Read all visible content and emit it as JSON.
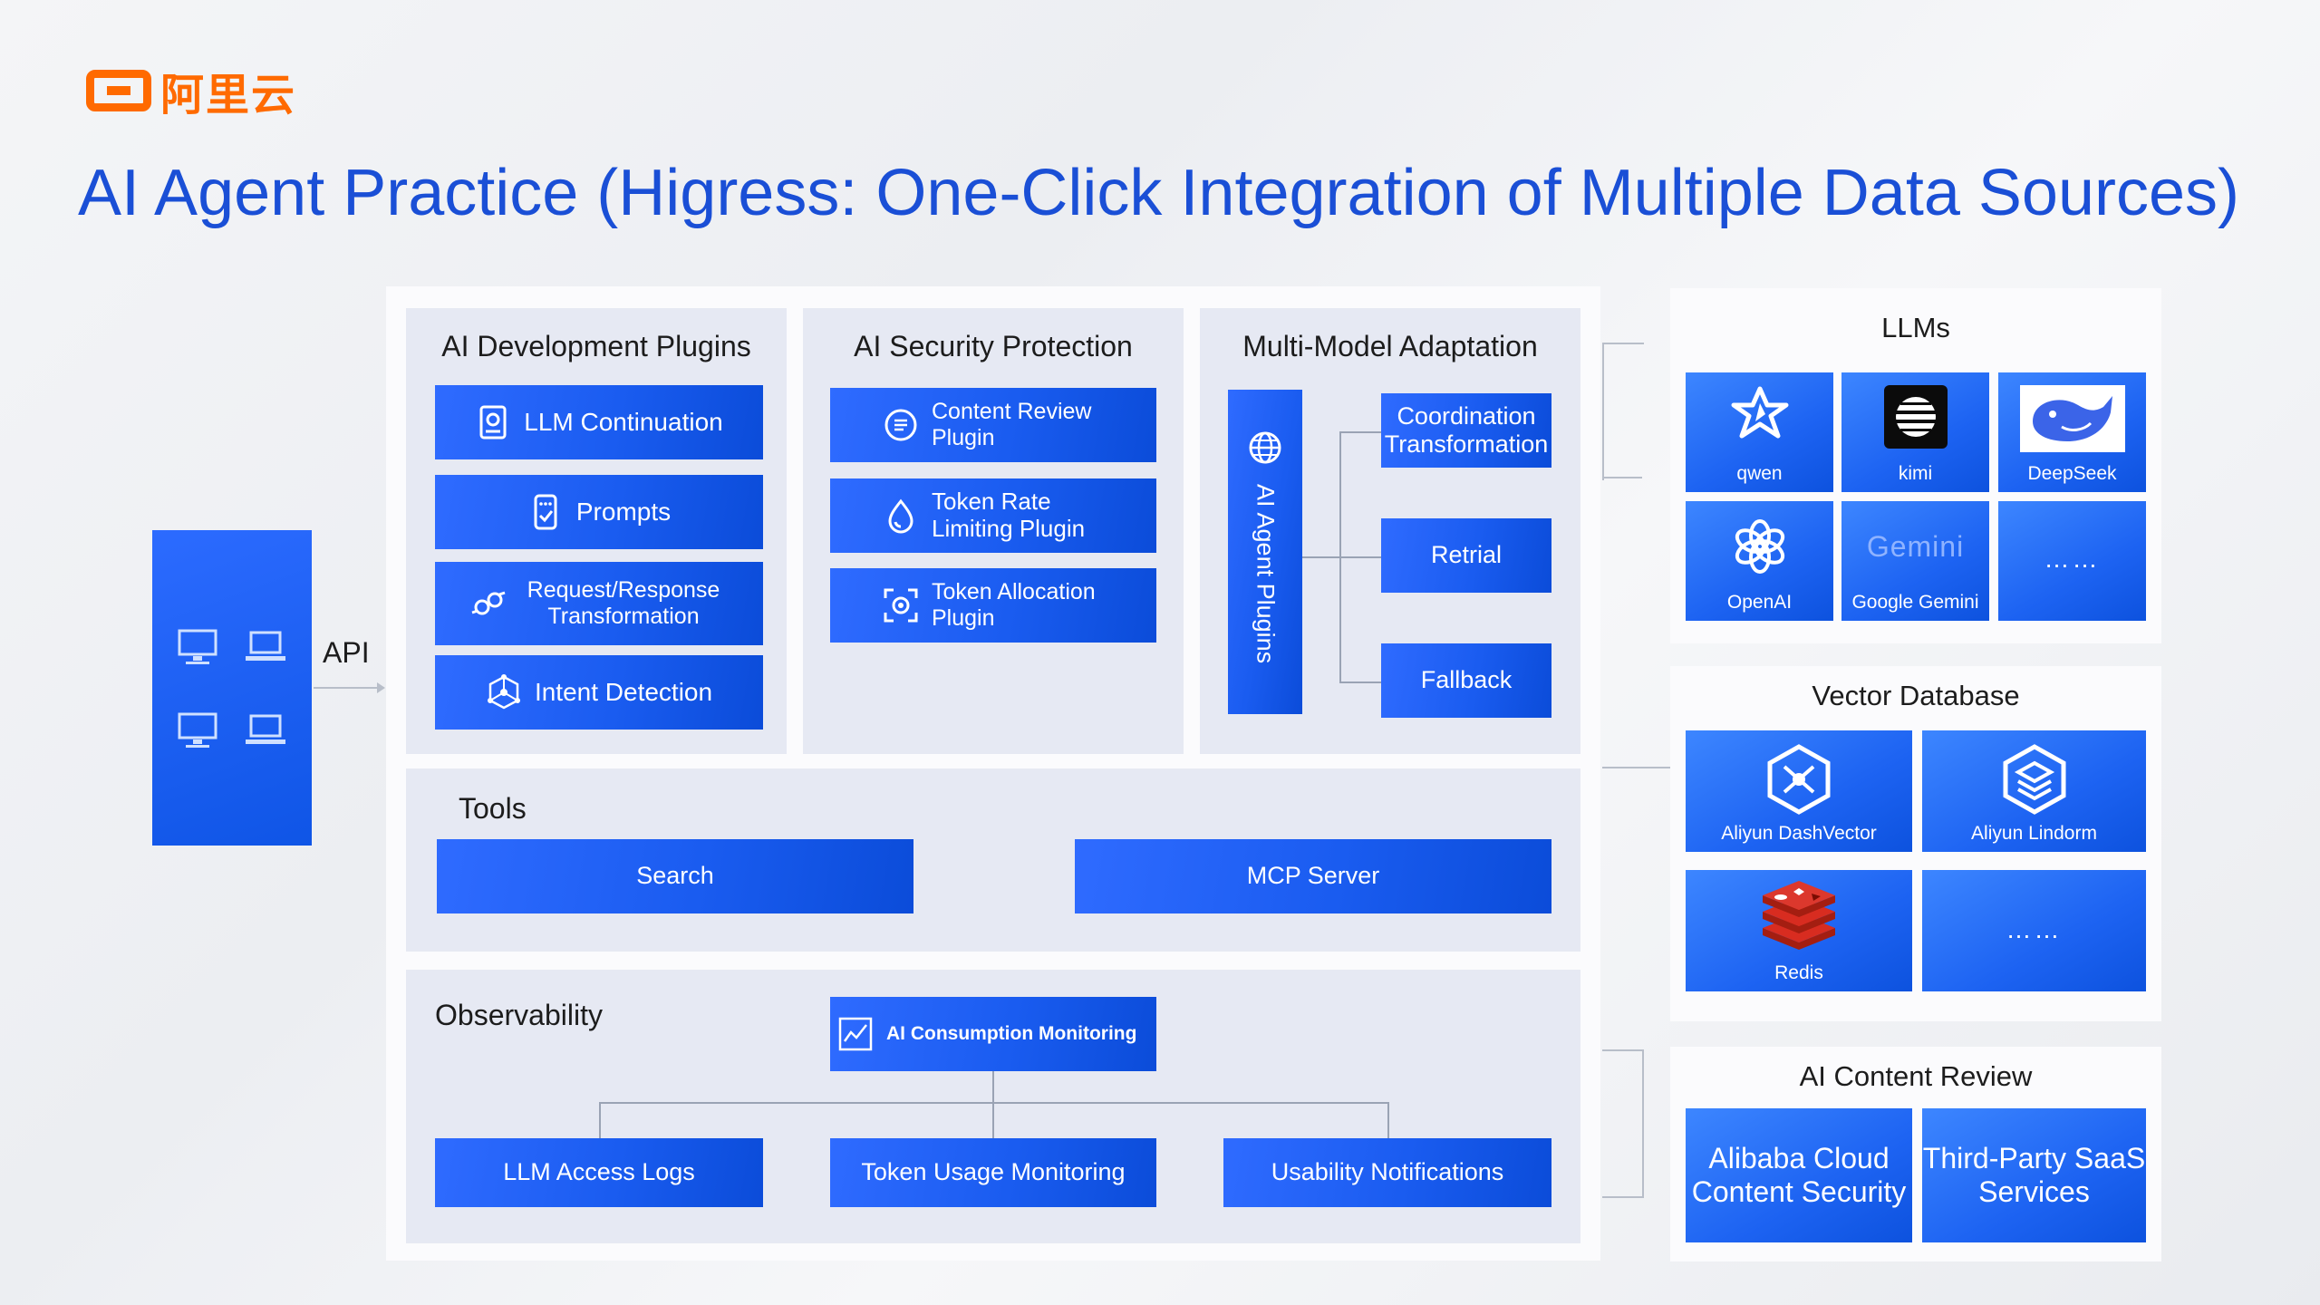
{
  "brand": {
    "logo_text": "阿里云",
    "accent": "#ff6a00"
  },
  "title": "AI Agent Practice (Higress: One-Click Integration of Multiple Data Sources)",
  "colors": {
    "title": "#1a4fd6",
    "block": "#1a5cf0"
  },
  "client": {
    "icons": [
      "monitor-icon",
      "laptop-icon",
      "monitor-icon",
      "laptop-icon"
    ],
    "api_label": "API"
  },
  "dev_plugins": {
    "title": "AI Development Plugins",
    "items": [
      {
        "label": "LLM Continuation",
        "icon": "book-icon"
      },
      {
        "label": "Prompts",
        "icon": "phone-check-icon"
      },
      {
        "label": "Request/Response Transformation",
        "icon": "transform-icon"
      },
      {
        "label": "Intent Detection",
        "icon": "network-icon"
      }
    ]
  },
  "security": {
    "title": "AI Security Protection",
    "items": [
      {
        "label": "Content Review Plugin",
        "icon": "review-icon"
      },
      {
        "label": "Token Rate Limiting Plugin",
        "icon": "drop-icon"
      },
      {
        "label": "Token Allocation Plugin",
        "icon": "scan-icon"
      }
    ]
  },
  "multi_model": {
    "title": "Multi-Model Adaptation",
    "agent_plugins": "AI Agent Plugins",
    "items": [
      "Coordination Transformation",
      "Retrial",
      "Fallback"
    ]
  },
  "tools": {
    "title": "Tools",
    "items": [
      "Search",
      "MCP Server"
    ]
  },
  "observability": {
    "title": "Observability",
    "root": "AI Consumption Monitoring",
    "children": [
      "LLM Access Logs",
      "Token Usage Monitoring",
      "Usability Notifications"
    ]
  },
  "llms": {
    "title": "LLMs",
    "items": [
      {
        "name": "qwen",
        "icon": "qwen-icon"
      },
      {
        "name": "kimi",
        "icon": "kimi-icon"
      },
      {
        "name": "DeepSeek",
        "icon": "whale-icon"
      },
      {
        "name": "OpenAI",
        "icon": "openai-icon"
      },
      {
        "name": "Google Gemini",
        "icon": "gemini-icon"
      },
      {
        "name": "……",
        "icon": ""
      }
    ],
    "gemini_wordmark": "Gemini"
  },
  "vector_db": {
    "title": "Vector Database",
    "items": [
      {
        "name": "Aliyun DashVector",
        "icon": "dashvector-icon"
      },
      {
        "name": "Aliyun Lindorm",
        "icon": "lindorm-icon"
      },
      {
        "name": "Redis",
        "icon": "redis-icon"
      },
      {
        "name": "……",
        "icon": ""
      }
    ]
  },
  "content_review": {
    "title": "AI Content Review",
    "items": [
      "Alibaba Cloud Content Security",
      "Third-Party SaaS Services"
    ]
  }
}
